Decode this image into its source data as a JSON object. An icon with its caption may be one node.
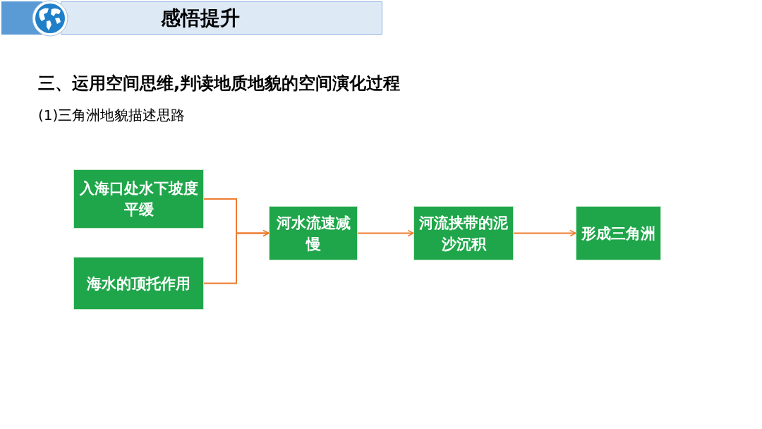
{
  "diagram": {
    "title": "感悟提升",
    "nodes": [
      {
        "text": [
          "入海口处水下坡度平缓"
        ]
      },
      {
        "text": [
          "海水的顶托作用"
        ]
      },
      {
        "text": [
          "河水流速减慢"
        ]
      },
      {
        "text": [
          "河流挟带的泥沙沉积"
        ]
      },
      {
        "text": [
          "形成三角洲"
        ]
      }
    ],
    "edges": [
      {
        "from": 0,
        "to": 2,
        "arrow": "to"
      },
      {
        "from": 1,
        "to": 2,
        "arrow": "to"
      },
      {
        "from": 2,
        "to": 3,
        "arrow": "to"
      },
      {
        "from": 3,
        "to": 4,
        "arrow": "to"
      }
    ],
    "labels": [
      "三、运用空间思维,判读地质地貌的空间演化过程",
      "(1)三角洲地貌描述思路"
    ]
  }
}
